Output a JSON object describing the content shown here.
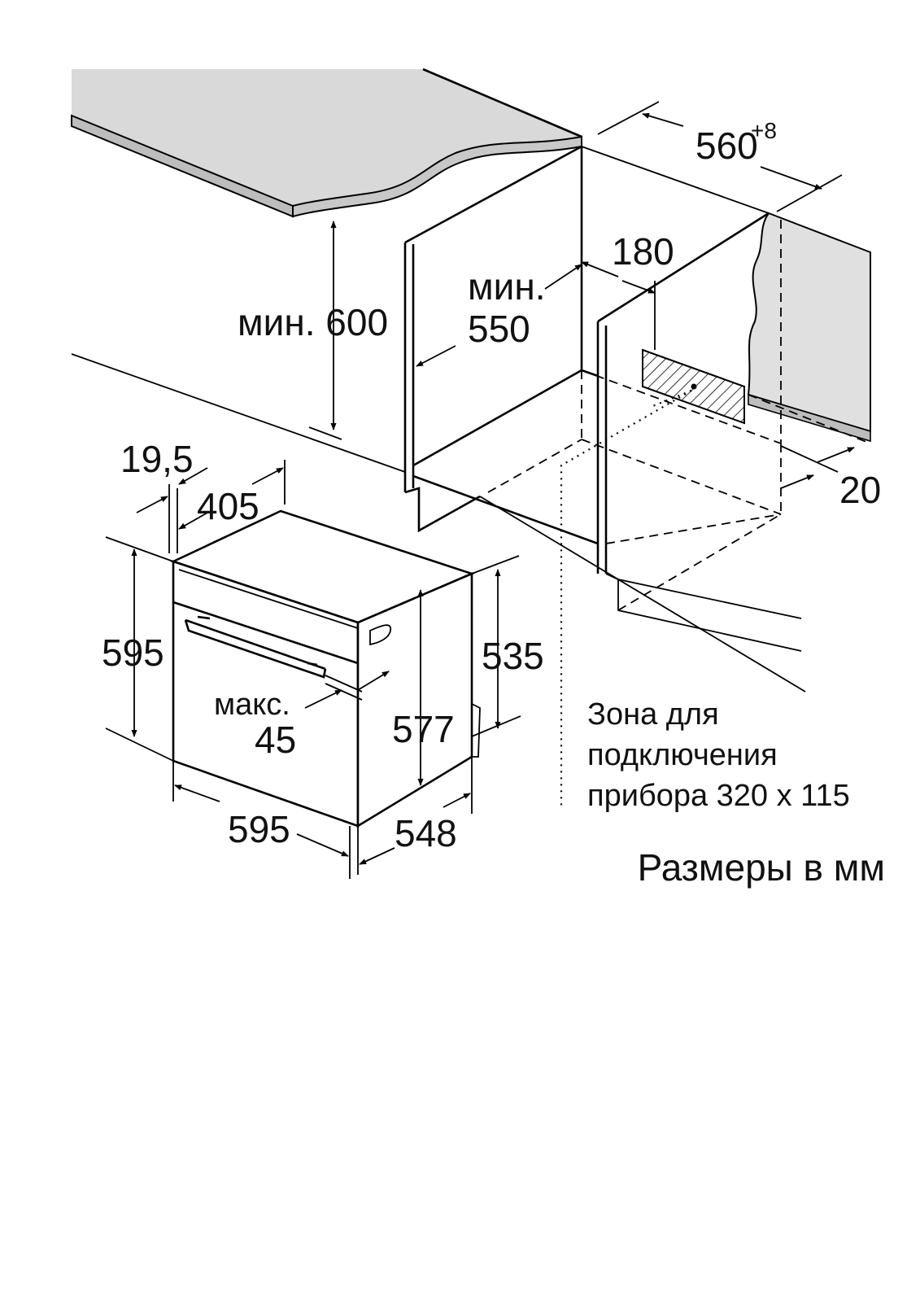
{
  "labels": {
    "min_600": "мин. 600",
    "min_550_line1": "мин.",
    "min_550_line2": "550",
    "dim_560": "560",
    "dim_560_tol": "+8",
    "dim_180": "180",
    "dim_20": "20",
    "dim_19_5": "19,5",
    "dim_405": "405",
    "dim_595_height": "595",
    "dim_535": "535",
    "dim_577": "577",
    "max_45_line1": "макс.",
    "max_45_line2": "45",
    "dim_595_width": "595",
    "dim_548": "548",
    "zone_line1": "Зона для",
    "zone_line2": "подключения",
    "zone_line3": "прибора 320 х 115",
    "units_note": "Размеры в мм"
  },
  "colors": {
    "worktop": "#d9d9d9",
    "wall": "#e0e0e0",
    "line": "#000000"
  }
}
